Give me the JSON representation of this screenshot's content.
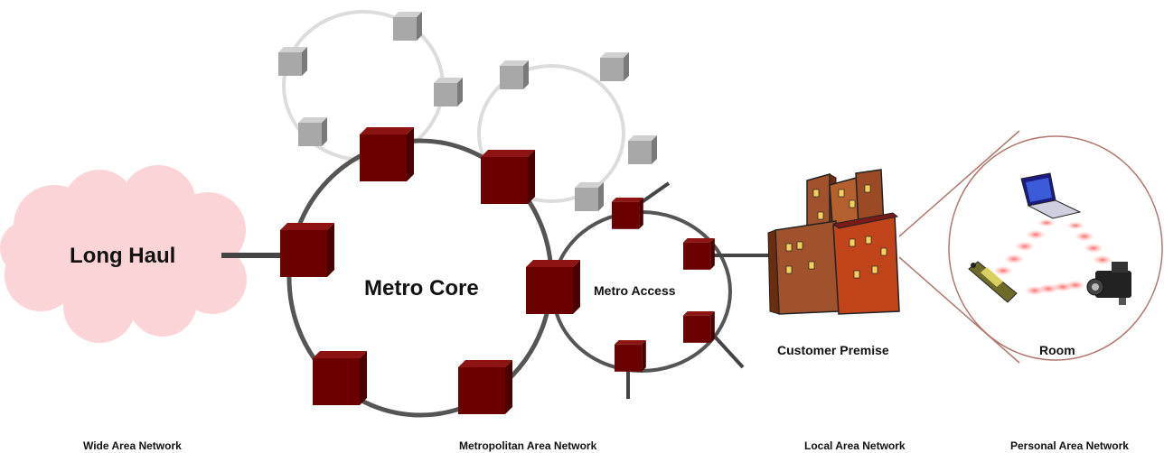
{
  "diagram": {
    "labels": {
      "long_haul": "Long Haul",
      "metro_core": "Metro Core",
      "metro_access": "Metro Access",
      "customer_premise": "Customer Premise",
      "room": "Room"
    },
    "bottom_labels": {
      "wan": "Wide Area Network",
      "man": "Metropolitan Area Network",
      "lan": "Local Area Network",
      "pan": "Personal Area Network"
    },
    "colors": {
      "cloud_fill": "#fbd4d8",
      "node_front": "#6b0000",
      "node_top": "#8e1414",
      "node_side": "#4a0000",
      "gray_node_front": "#a8a8a8",
      "gray_node_top": "#d0d0d0",
      "gray_node_side": "#7a7a7a",
      "ring_dark": "#555555",
      "ring_light": "#dddddd",
      "room_border": "#b0776f",
      "building_brown": "#a0522d",
      "building_red": "#c1441a"
    }
  }
}
